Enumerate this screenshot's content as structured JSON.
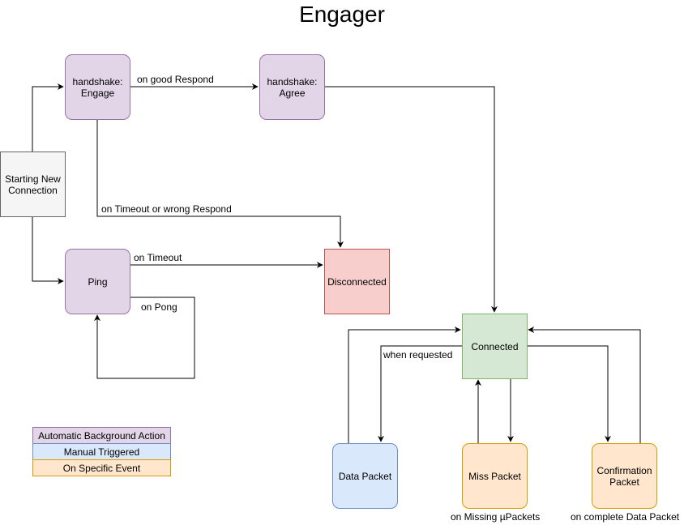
{
  "title": "Engager",
  "colors": {
    "automatic_fill": "#e1d5e7",
    "automatic_stroke": "#9673a6",
    "manual_fill": "#dae8fc",
    "manual_stroke": "#6c8ebf",
    "event_fill": "#ffe6cc",
    "event_stroke": "#d79b00",
    "connected_fill": "#d5e8d4",
    "connected_stroke": "#82b366",
    "disconnected_fill": "#f8cecc",
    "disconnected_stroke": "#b85450",
    "start_fill": "#f5f5f5",
    "start_stroke": "#666666"
  },
  "nodes": {
    "start": "Starting New\nConnection",
    "engage": "handshake:\nEngage",
    "agree": "handshake:\nAgree",
    "ping": "Ping",
    "disconnected": "Disconnected",
    "connected": "Connected",
    "data_packet": "Data Packet",
    "miss_packet": "Miss Packet",
    "confirmation_packet": "Confirmation\nPacket"
  },
  "edges": {
    "good_respond": "on good Respond",
    "timeout_wrong": "on Timeout or wrong Respond",
    "timeout": "on Timeout",
    "pong": "on Pong",
    "when_requested": "when requested",
    "missing_upackets": "on Missing µPackets",
    "complete_data_packet": "on complete Data Packet"
  },
  "legend": {
    "automatic": "Automatic Background Action",
    "manual": "Manual Triggered",
    "event": "On Specific Event"
  }
}
